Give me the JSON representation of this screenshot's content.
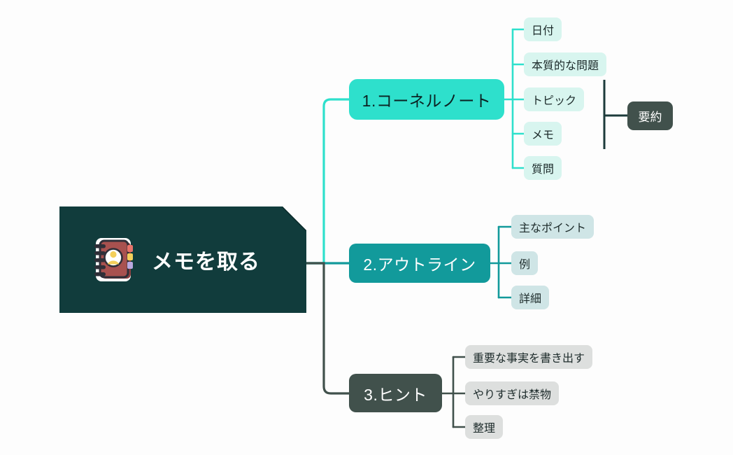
{
  "diagram": {
    "type": "mind-map",
    "background": "#fdfdfd",
    "root": {
      "label": "メモを取る",
      "icon": "address-book-icon",
      "fill": "#113c3c",
      "text_color": "#ffffff"
    },
    "branches": [
      {
        "label": "1.コーネルノート",
        "fill": "#2ee0cc",
        "connector_color": "#2ee0cc",
        "children": [
          {
            "label": "日付"
          },
          {
            "label": "本質的な問題"
          },
          {
            "label": "トピック"
          },
          {
            "label": "メモ"
          },
          {
            "label": "質問"
          }
        ],
        "group_annotation": {
          "label": "要約",
          "fill": "#41514c",
          "text_color": "#ffffff",
          "bracket_color": "#1d3b3b"
        }
      },
      {
        "label": "2.アウトライン",
        "fill": "#129a9b",
        "connector_color": "#129a9b",
        "children": [
          {
            "label": "主なポイント"
          },
          {
            "label": "例"
          },
          {
            "label": "詳細"
          }
        ]
      },
      {
        "label": "3.ヒント",
        "fill": "#41514c",
        "connector_color": "#41514c",
        "children": [
          {
            "label": "重要な事実を書き出す"
          },
          {
            "label": "やりすぎは禁物"
          },
          {
            "label": "整理"
          }
        ]
      }
    ]
  },
  "colors": {
    "chip_group_1": "#d8f5ef",
    "chip_group_2": "#cfe5e6",
    "chip_group_3": "#dddfde",
    "icon_book_cover": "#a8514f",
    "icon_book_outline": "#2f2f38",
    "icon_avatar": "#f4cf5a"
  }
}
